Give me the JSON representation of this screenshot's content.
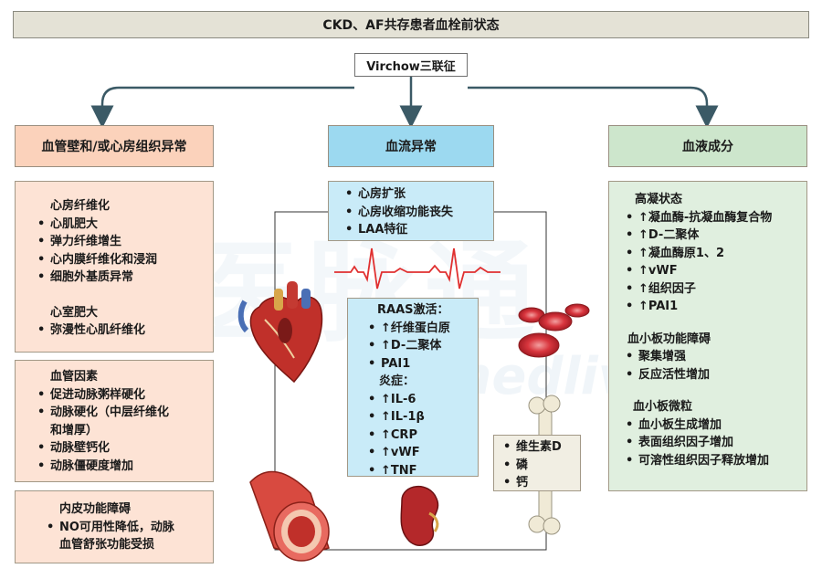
{
  "title": "CKD、AF共存患者血栓前状态",
  "virchow": "Virchow三联征",
  "watermark": {
    "cn": "医脉通",
    "en": "medlive"
  },
  "columns": {
    "left": {
      "header": "血管壁和/或心房组织异常",
      "box1": {
        "groups": [
          {
            "title": "心房纤维化",
            "items": [
              "心肌肥大",
              "弹力纤维增生",
              "心内膜纤维化和浸润",
              "细胞外基质异常"
            ]
          },
          {
            "title": "心室肥大",
            "items": [
              "弥漫性心肌纤维化"
            ]
          }
        ]
      },
      "box2": {
        "title": "血管因素",
        "items": [
          "促进动脉粥样硬化",
          "动脉硬化（中层纤维化",
          "动脉壁钙化",
          "动脉僵硬度增加"
        ],
        "wrap_line": "和增厚）"
      },
      "box3": {
        "title": "内皮功能障碍",
        "item": "NO可用性降低，动脉",
        "wrap_line": "血管舒张功能受损"
      }
    },
    "middle": {
      "header": "血流异常",
      "top_items": [
        "心房扩张",
        "心房收缩功能丧失",
        "LAA特征"
      ],
      "raas_title": "RAAS激活：",
      "raas_items": [
        "↑纤维蛋白原",
        "↑D-二聚体",
        "PAI1"
      ],
      "inflam_title": "炎症：",
      "inflam_items": [
        "↑IL-6",
        "↑IL-1β",
        "↑CRP",
        "↑vWF",
        "↑TNF"
      ],
      "mineral_items": [
        "维生素D",
        "磷",
        "钙"
      ]
    },
    "right": {
      "header": "血液成分",
      "groups": [
        {
          "title": "高凝状态",
          "items": [
            "↑凝血酶-抗凝血酶复合物",
            "↑D-二聚体",
            "↑凝血酶原1、2",
            "↑vWF",
            "↑组织因子",
            "↑PAI1"
          ]
        },
        {
          "title": "血小板功能障碍",
          "items": [
            "聚集增强",
            "反应活性增加"
          ]
        },
        {
          "title": "血小板微粒",
          "items": [
            "血小板生成增加",
            "表面组织因子增加",
            "可溶性组织因子释放增加"
          ]
        }
      ]
    }
  },
  "colors": {
    "orange": "#fbd2bb",
    "orange_light": "#fde3d5",
    "blue": "#9cd9f0",
    "blue_light": "#c9ebf8",
    "green": "#cde6cc",
    "green_light": "#e0efdf",
    "arrow": "#3b5a66",
    "ecg": "#e03030"
  }
}
